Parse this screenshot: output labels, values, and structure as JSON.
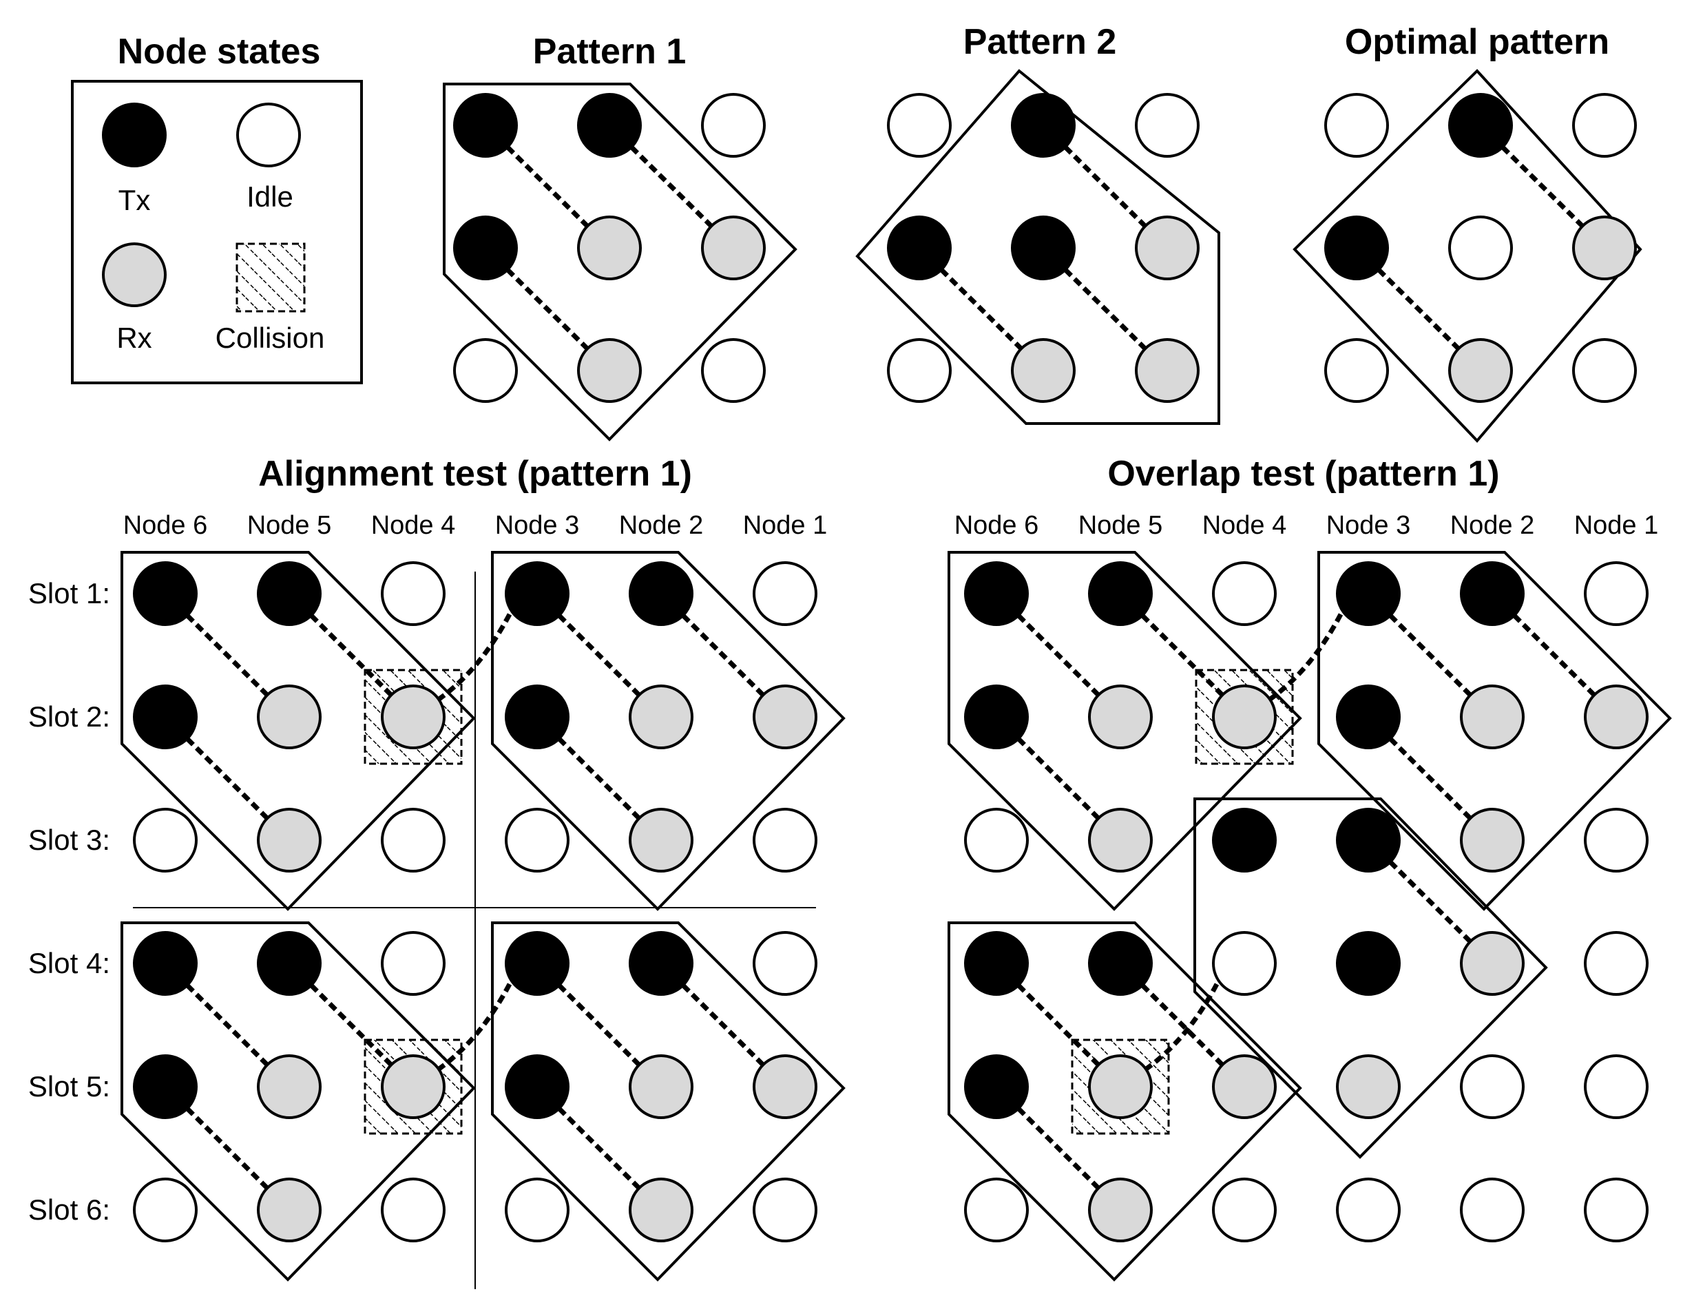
{
  "legend": {
    "title": "Node states",
    "tx_label": "Tx",
    "idle_label": "Idle",
    "rx_label": "Rx",
    "collision_label": "Collision"
  },
  "titles": {
    "pattern1": "Pattern 1",
    "pattern2": "Pattern 2",
    "optimal": "Optimal pattern",
    "alignment": "Alignment test (pattern 1)",
    "overlap": "Overlap test (pattern 1)"
  },
  "node_labels": [
    "Node 6",
    "Node 5",
    "Node 4",
    "Node 3",
    "Node 2",
    "Node 1"
  ],
  "slot_labels": [
    "Slot 1:",
    "Slot 2:",
    "Slot 3:",
    "Slot 4:",
    "Slot 5:",
    "Slot 6:"
  ],
  "colors": {
    "tx": "#000000",
    "rx": "#d9d9d9",
    "idle": "#ffffff",
    "stroke": "#000000"
  },
  "patterns": {
    "pattern1": [
      "TTI",
      "TRR",
      "IRI"
    ],
    "pattern2": [
      "ITI",
      "TTR",
      "IRR"
    ],
    "optimal": [
      "ITI",
      "TIR",
      "IRI"
    ]
  },
  "alignment_grid": [
    "TTITTI",
    "TRRTRR",
    "IRIIRI",
    "TTITTI",
    "TRRTRR",
    "IRIIRI"
  ],
  "overlap_grid": [
    "TTITTI",
    "TRRTRR",
    "IRTTRI",
    "TTITRI",
    "TRRRII",
    "IRIIII"
  ],
  "collisions": {
    "alignment": [
      [
        1,
        2
      ],
      [
        4,
        2
      ]
    ],
    "overlap": [
      [
        1,
        2
      ],
      [
        4,
        1
      ]
    ]
  }
}
